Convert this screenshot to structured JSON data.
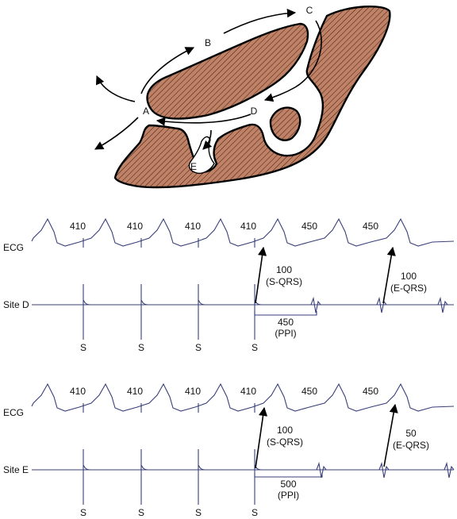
{
  "circuit": {
    "labels": {
      "a": "A",
      "b": "B",
      "c": "C",
      "d": "D",
      "e": "E"
    },
    "colors": {
      "tissue": "#c08266",
      "hatch": "#3a1a10",
      "trace": "#3a3f7a"
    }
  },
  "panels": [
    {
      "ecg_label": "ECG",
      "site_label": "Site D",
      "intervals": [
        "410",
        "410",
        "410",
        "410",
        "450",
        "450"
      ],
      "stim_label": "S",
      "sqrs_value": "100",
      "sqrs_caption": "(S-QRS)",
      "eqrs_value": "100",
      "eqrs_caption": "(E-QRS)",
      "ppi_value": "450",
      "ppi_caption": "(PPI)"
    },
    {
      "ecg_label": "ECG",
      "site_label": "Site E",
      "intervals": [
        "410",
        "410",
        "410",
        "410",
        "450",
        "450"
      ],
      "stim_label": "S",
      "sqrs_value": "100",
      "sqrs_caption": "(S-QRS)",
      "eqrs_value": "50",
      "eqrs_caption": "(E-QRS)",
      "ppi_value": "500",
      "ppi_caption": "(PPI)"
    }
  ]
}
